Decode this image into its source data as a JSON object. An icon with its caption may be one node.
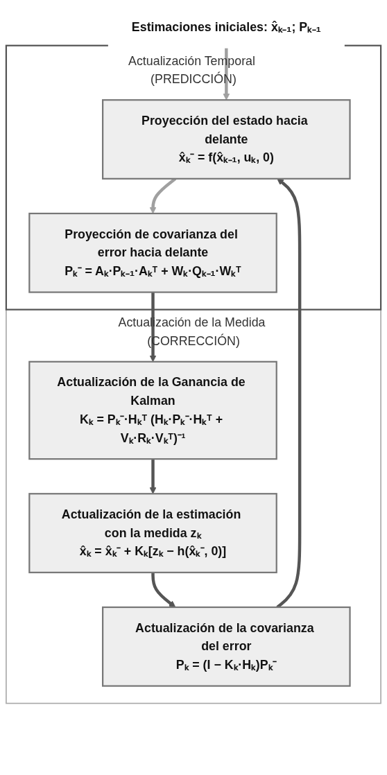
{
  "diagram": {
    "nodes": [
      {
        "text": [
          "Estimaciones iniciales: x̂ₖ₋₁; Pₖ₋₁"
        ]
      },
      {
        "text": [
          "Actualización Temporal (PREDICCIÓN)"
        ]
      },
      {
        "text": [
          "Proyección del estado hacia delante",
          "x̂ₖ⁻ = f(x̂ₖ₋₁, uₖ, 0)"
        ],
        "in": 1
      },
      {
        "text": [
          "Proyección de covarianza del error hacia delante",
          "Pₖ⁻ = Aₖ·Pₖ₋₁·Aₖᵀ + Wₖ·Qₖ₋₁·Wₖᵀ"
        ],
        "in": 1
      },
      {
        "text": [
          "Actualización de la Medida (CORRECCIÓN)"
        ]
      },
      {
        "text": [
          "Actualización de la Ganancia de Kalman",
          "Kₖ = Pₖ⁻·Hₖᵀ (Hₖ·Pₖ⁻·Hₖᵀ + Vₖ·Rₖ·Vₖᵀ)⁻¹"
        ],
        "in": 4
      },
      {
        "text": [
          "Actualización de la estimación con la medida zₖ",
          "x̂ₖ = x̂ₖ⁻ + Kₖ[zₖ − h(x̂ₖ⁻, 0)]"
        ],
        "in": 4
      },
      {
        "text": [
          "Actualización de la covarianza del error",
          "Pₖ = (I − Kₖ·Hₖ)Pₖ⁻"
        ],
        "in": 4
      }
    ],
    "edges": [
      {
        "from": 0,
        "to": 2,
        "arrow": "to",
        "color": "#a0a0a0"
      },
      {
        "from": 2,
        "to": 3,
        "arrow": "to",
        "color": "#a0a0a0"
      },
      {
        "from": 3,
        "to": 5,
        "arrow": "to"
      },
      {
        "from": 5,
        "to": 6,
        "arrow": "to"
      },
      {
        "from": 6,
        "to": 7,
        "arrow": "to"
      },
      {
        "from": 7,
        "to": 2,
        "arrow": "to"
      }
    ]
  }
}
